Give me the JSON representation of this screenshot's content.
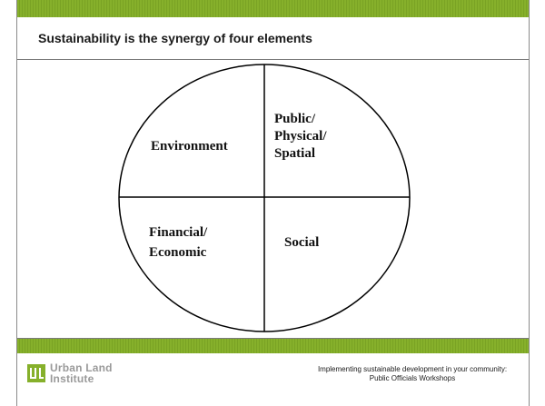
{
  "slide": {
    "title": "Sustainability is the synergy of four elements"
  },
  "diagram": {
    "quadrants": [
      {
        "id": "top-left",
        "lines": [
          "Environment"
        ]
      },
      {
        "id": "top-right",
        "lines": [
          "Public/",
          "Physical/",
          "Spatial"
        ]
      },
      {
        "id": "bottom-left",
        "lines": [
          "Financial/",
          "Economic"
        ]
      },
      {
        "id": "bottom-right",
        "lines": [
          "Social"
        ]
      }
    ]
  },
  "footer": {
    "logo_line1": "Urban Land",
    "logo_line2": "Institute",
    "caption_line1": "Implementing sustainable development in your community:",
    "caption_line2": "Public Officials Workshops"
  },
  "colors": {
    "accent_green": "#86b02b",
    "logo_text_gray": "#9a9a9a"
  }
}
